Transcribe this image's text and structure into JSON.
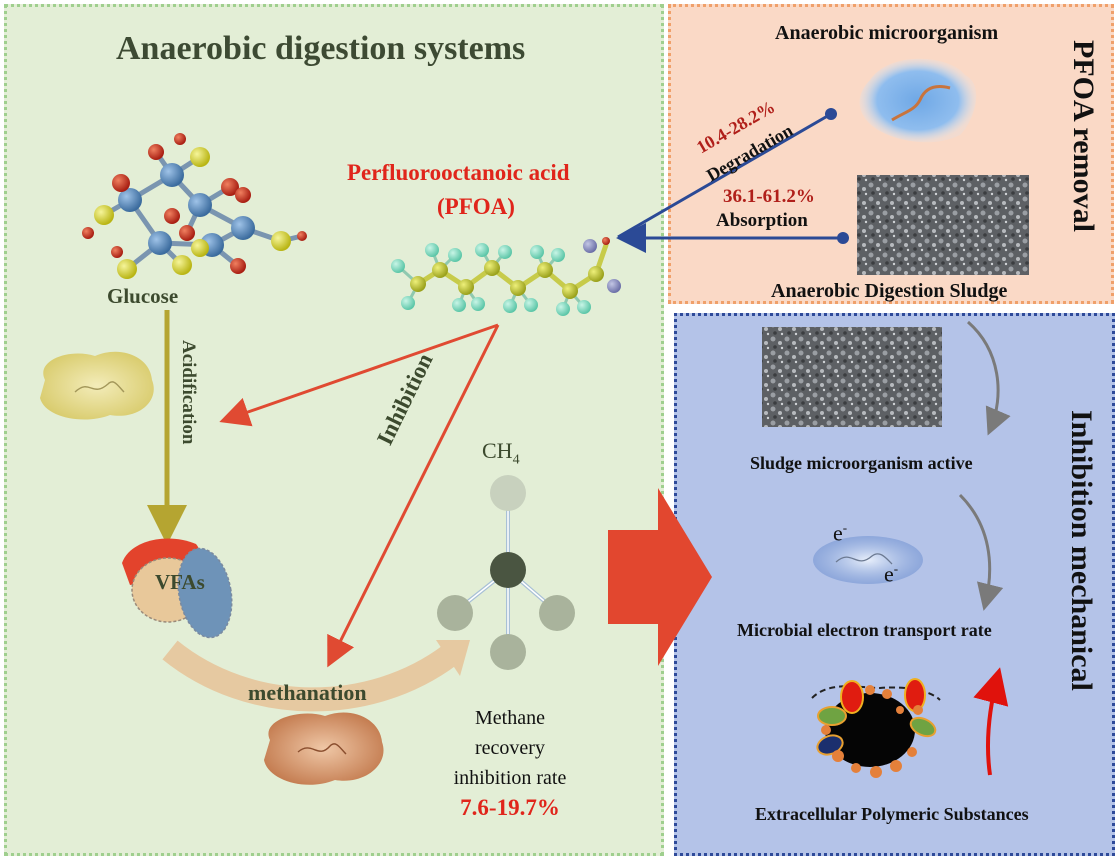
{
  "left": {
    "title": "Anaerobic digestion systems",
    "pfoa_line1": "Perfluorooctanoic acid",
    "pfoa_line2": "(PFOA)",
    "glucose": "Glucose",
    "acidification": "Acidification",
    "inhibition": "Inhibition",
    "vfas": "VFAs",
    "methanation": "methanation",
    "ch4": "CH",
    "ch4_sub": "4",
    "methane_line1": "Methane",
    "methane_line2": "recovery",
    "methane_line3": "inhibition rate",
    "methane_rate": "7.6-19.7%"
  },
  "pfoa_removal": {
    "title": "PFOA removal",
    "microorganism": "Anaerobic microorganism",
    "degradation_pct": "10.4-28.2%",
    "degradation": "Degradation",
    "absorption_pct": "36.1-61.2%",
    "absorption": "Absorption",
    "sludge": "Anaerobic Digestion Sludge"
  },
  "inhibition_mech": {
    "title": "Inhibition mechanical",
    "sludge_active": "Sludge microorganism active",
    "electron1": "e",
    "electron2": "e",
    "electron_sup": "-",
    "transport": "Microbial electron transport rate",
    "eps": "Extracellular Polymeric Substances"
  },
  "colors": {
    "red_accent": "#e0251b",
    "blue_arrow": "#2b4a96",
    "olive_arrow": "#b5a531",
    "big_arrow": "#e2472f",
    "gray_arrow": "#7a7a7a"
  }
}
